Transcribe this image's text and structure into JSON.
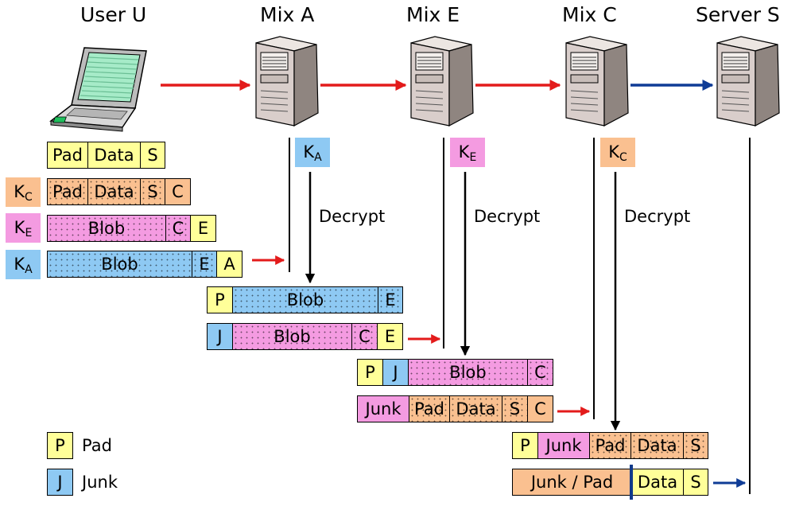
{
  "nodes": {
    "user": "User U",
    "mix_a": "Mix A",
    "mix_e": "Mix E",
    "mix_c": "Mix C",
    "server": "Server S"
  },
  "keys": {
    "k_c": {
      "main": "K",
      "sub": "C"
    },
    "k_e": {
      "main": "K",
      "sub": "E"
    },
    "k_a": {
      "main": "K",
      "sub": "A"
    }
  },
  "decrypt_label": "Decrypt",
  "packet_rows": [
    {
      "cells": [
        "Pad",
        "Data",
        "S"
      ]
    },
    {
      "cells": [
        "Pad",
        "Data",
        "S",
        "C"
      ]
    },
    {
      "cells": [
        "Blob",
        "C",
        "E"
      ]
    },
    {
      "cells": [
        "Blob",
        "E",
        "A"
      ]
    },
    {
      "cells": [
        "P",
        "Blob",
        "E"
      ]
    },
    {
      "cells": [
        "J",
        "Blob",
        "C",
        "E"
      ]
    },
    {
      "cells": [
        "P",
        "J",
        "Blob",
        "C"
      ]
    },
    {
      "cells": [
        "Junk",
        "Pad",
        "Data",
        "S",
        "C"
      ]
    },
    {
      "cells": [
        "P",
        "Junk",
        "Pad",
        "Data",
        "S"
      ]
    },
    {
      "cells": [
        "Junk / Pad",
        "Data",
        "S"
      ]
    }
  ],
  "legend": [
    {
      "symbol": "P",
      "label": "Pad"
    },
    {
      "symbol": "J",
      "label": "Junk"
    }
  ],
  "colors": {
    "yellow": "#ffff99",
    "peach": "#fac090",
    "pink": "#f49be1",
    "blue": "#8ec9f3",
    "red_arrow": "#e31b1b",
    "blue_arrow": "#0f3c96"
  },
  "icons": [
    "laptop-icon",
    "server-tower-icon"
  ]
}
